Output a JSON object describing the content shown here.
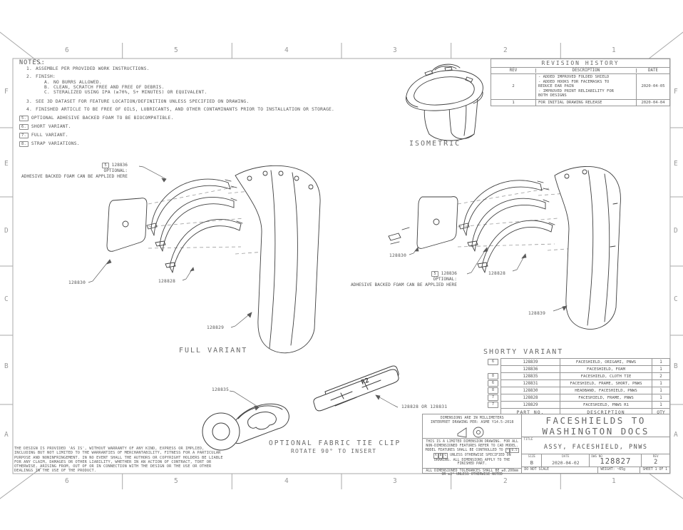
{
  "border": {
    "top_zones": [
      "6",
      "5",
      "4",
      "3",
      "2",
      "1"
    ],
    "bottom_zones": [
      "6",
      "5",
      "4",
      "3",
      "2",
      "1"
    ],
    "left_zones": [
      "F",
      "E",
      "D",
      "C",
      "B",
      "A"
    ],
    "right_zones": [
      "F",
      "E",
      "D",
      "C",
      "B",
      "A"
    ]
  },
  "notes": {
    "heading": "NOTES:",
    "n1_label": "1.",
    "n1": "ASSEMBLE PER PROVIDED WORK INSTRUCTIONS.",
    "n2_label": "2.",
    "n2": "FINISH:",
    "n2a_label": "A.",
    "n2a": "NO BURRS ALLOWED.",
    "n2b_label": "B.",
    "n2b": "CLEAN, SCRATCH FREE AND FREE OF DEBRIS.",
    "n2c_label": "C.",
    "n2c": "STERALIZED USING IPA (≥70%, 5+ MINUTES) OR EQUIVALENT.",
    "n3_label": "3.",
    "n3": "SEE 3D DATASET FOR FEATURE LOCATION/DEFINITION UNLESS SPECIFIED ON DRAWING.",
    "n4_label": "4.",
    "n4": "FINISHED ARTICLE TO BE FREE OF OILS, LUBRICANTS, AND OTHER CONTAMINANTS PRIOR TO INSTALLATION OR STORAGE.",
    "n5_flag": "5.",
    "n5": "OPTIONAL ADHESIVE BACKED FOAM TO BE BIOCOMPATIBLE.",
    "n6_flag": "6.",
    "n6": "SHORT VARIANT.",
    "n7_flag": "7.",
    "n7": "FULL VARIANT.",
    "n8_flag": "8.",
    "n8": "STRAP VARIATIONS."
  },
  "revision_history": {
    "title": "REVISION HISTORY",
    "headers": {
      "rev": "REV",
      "description": "DESCRIPTION",
      "date": "DATE"
    },
    "rows": [
      {
        "rev": "2",
        "description": "- ADDED IMPROVED FOLDED SHIELD\n- ADDED HOOKS FOR FACEMASKS TO\n  REDUCE EAR PAIN\n- IMPROVED PRINT RELIABILITY FOR\n  BOTH DESIGNS",
        "date": "2020-04-05"
      },
      {
        "rev": "1",
        "description": "FOR INITIAL DRAWING RELEASE",
        "date": "2020-04-04"
      }
    ]
  },
  "isometric": {
    "caption": "ISOMETRIC"
  },
  "full_variant": {
    "caption": "FULL VARIANT",
    "label_headband": "128830",
    "label_frame": "128828",
    "label_shield": "128829",
    "foam_flag": "5",
    "foam_line1": "128836",
    "foam_line2": "OPTIONAL:",
    "foam_line3": "ADHESIVE BACKED FOAM CAN BE APPLIED HERE"
  },
  "shorty_variant": {
    "caption": "SHORTY VARIANT",
    "label_headband": "128830",
    "label_frame": "128828",
    "label_shield": "128839",
    "foam_flag": "5",
    "foam_line1": "128836",
    "foam_line2": "OPTIONAL:",
    "foam_line3": "ADHESIVE BACKED FOAM CAN BE APPLIED HERE"
  },
  "clip": {
    "label_clip": "128835",
    "label_frame": "128828 OR 128831",
    "frame_marking": "R2",
    "caption_line1": "OPTIONAL FABRIC TIE CLIP",
    "caption_line2": "ROTATE 90° TO INSERT"
  },
  "parts_list": {
    "headers": {
      "part_no": "PART NO.",
      "description": "DESCRIPTION",
      "qty": "QTY"
    },
    "rows": [
      {
        "flag": "6",
        "part_no": "128839",
        "description": "FACESHIELD, ORIGAMI, PNWS",
        "qty": "1"
      },
      {
        "flag": "",
        "part_no": "128836",
        "description": "FACESHIELD, FOAM",
        "qty": "1"
      },
      {
        "flag": "8",
        "part_no": "128835",
        "description": "FACESHIELD, CLOTH TIE",
        "qty": "2"
      },
      {
        "flag": "6",
        "part_no": "128831",
        "description": "FACESHIELD, FRAME, SHORT, PNWS",
        "qty": "1"
      },
      {
        "flag": "8",
        "part_no": "128830",
        "description": "HEADBAND, FACESHIELD, PNWS",
        "qty": "1"
      },
      {
        "flag": "7",
        "part_no": "128828",
        "description": "FACESHIELD, FRAME, PNWS",
        "qty": "1"
      },
      {
        "flag": "7",
        "part_no": "128829",
        "description": "FACESHIELD, PNWS R1",
        "qty": "1"
      }
    ]
  },
  "title_block": {
    "company_line1": "FACESHIELDS TO",
    "company_line2": "WASHINGTON DOCS",
    "title_label": "TITLE",
    "title": "ASSY, FACESHIELD, PNWS",
    "size_label": "SIZE",
    "size": "B",
    "date_label": "DATE",
    "date": "2020-04-02",
    "dwg_no_label": "DWG NO",
    "dwg_no": "128827",
    "rev_label": "REV",
    "rev": "2",
    "do_not_scale": "DO NOT SCALE",
    "weight": "WEIGHT:   ~65g",
    "sheet": "SHEET 1 OF 1",
    "dims_line1": "DIMENSIONS ARE IN MILLIMETERS",
    "dims_line2": "INTERPRET DRAWING PER: ASME Y14.5-2018",
    "limited_note_pre": "THIS IS A LIMITED DIMENSION DRAWING.  FOR ALL NON-DIMENSIONED FEATURES REFER TO CAD MODEL. MODEL FEATURES SHALL BE CONTROLLED TO",
    "fcf_sym": "⌓",
    "fcf_tol": "0.5",
    "fcf_a": "A",
    "fcf_b": "B",
    "fcf_c": "C",
    "limited_note_post": "UNLESS OTHERWISE SPECIFIED ON DRAWING.  ALL DIMENSIONS APPLY TO THE FINISHED PART.",
    "tol_note": "ALL DIMENSIONED TOLERANCES SHALL BE ±0.200mm OR ±2° UNLESS OTHERWISE NOTED"
  },
  "disclaimer": "THE DESIGN IS PROVIDED 'AS IS', WITHOUT WARRANTY OF ANY KIND, EXPRESS OR IMPLIED, INCLUDING BUT NOT LIMITED TO THE WARRANTIES OF MERCHANTABILITY, FITNESS FOR A PARTICULAR PURPOSE AND NONINFRINGEMENT. IN NO EVENT SHALL THE AUTHORS OR COPYRIGHT HOLDERS BE LIABLE FOR ANY CLAIM, DAMAGES OR OTHER LIABILITY, WHETHER IN AN ACTION OF CONTRACT, TORT OR OTHERWISE, ARISING FROM, OUT OF OR IN CONNECTION WITH THE DESIGN OR THE USE OR OTHER DEALINGS IN THE USE OF THE PRODUCT.",
  "colors": {
    "line": "#3f3f3f",
    "frame_line": "#979797",
    "text": "#555555",
    "zone_text": "#999999"
  }
}
